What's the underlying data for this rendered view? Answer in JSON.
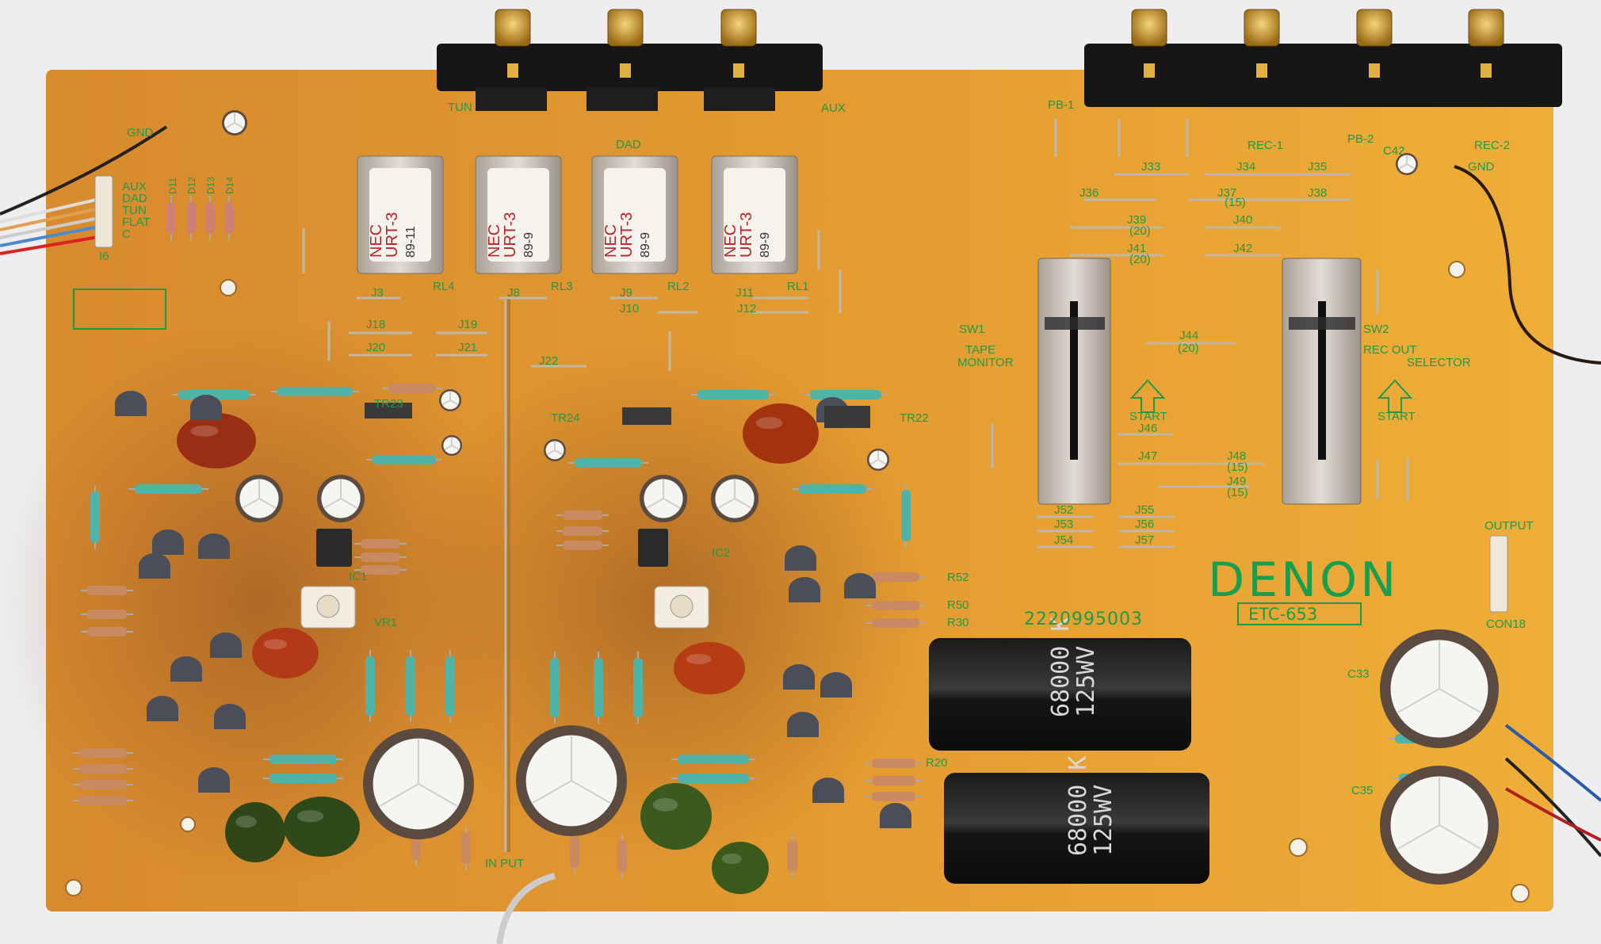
{
  "board": {
    "brand": "DENON",
    "model": "ETC-653",
    "part_number": "2220995003"
  },
  "filter_caps": [
    {
      "value": "68000 K",
      "voltage": "125WV"
    },
    {
      "value": "68000 K",
      "voltage": "125WV"
    }
  ],
  "relays": [
    {
      "maker": "NEC",
      "model": "URT-3",
      "date": "89-11",
      "ref": "RL4"
    },
    {
      "maker": "NEC",
      "model": "URT-3",
      "date": "89-9",
      "ref": "RL3"
    },
    {
      "maker": "NEC",
      "model": "URT-3",
      "date": "89-9",
      "ref": "RL2"
    },
    {
      "maker": "NEC",
      "model": "URT-3",
      "date": "89-9",
      "ref": "RL1"
    }
  ],
  "silkscreen": {
    "tun": "TUN",
    "dad": "DAD",
    "aux": "AUX",
    "gnd": "GND",
    "conn_aux": "AUX",
    "conn_dad": "DAD",
    "conn_tun": "TUN",
    "conn_flat": "FLAT",
    "conn_c": "C",
    "i6": "I6",
    "d11": "D11",
    "d12": "D12",
    "d13": "D13",
    "d14": "D14",
    "j3": "J3",
    "j8": "J8",
    "j9": "J9",
    "j10": "J10",
    "j11": "J11",
    "j12": "J12",
    "j18": "J18",
    "j19": "J19",
    "j20": "J20",
    "j21": "J21",
    "j22": "J22",
    "pb1": "PB-1",
    "rec1": "REC-1",
    "pb2": "PB-2",
    "c42": "C42",
    "rec2": "REC-2",
    "gnd2": "GND",
    "j33": "J33",
    "j34": "J34",
    "j35": "J35",
    "j36": "J36",
    "j37": "J37",
    "j38": "J38",
    "j39": "J39",
    "j40": "J40",
    "j41": "J41",
    "j42": "J42",
    "j44": "J44",
    "j46": "J46",
    "j47": "J47",
    "j48": "J48",
    "j49": "J49",
    "j52": "J52",
    "j53": "J53",
    "j54": "J54",
    "j55": "J55",
    "j56": "J56",
    "j57": "J57",
    "len15": "(15)",
    "len20": "(20)",
    "sw1": "SW1",
    "tape": "TAPE",
    "monitor": "MONITOR",
    "sw2": "SW2",
    "rec_out": "REC  OUT",
    "selector": "SELECTOR",
    "start": "START",
    "r52": "R52",
    "r50": "R50",
    "r30": "R30",
    "r20": "R20",
    "tr22": "TR22",
    "tr23": "TR23",
    "tr24": "TR24",
    "ic1": "IC1",
    "ic2": "IC2",
    "vr1": "VR1",
    "c33": "C33",
    "c35": "C35",
    "output": "OUTPUT",
    "con18": "CON18",
    "input": "IN PUT"
  }
}
